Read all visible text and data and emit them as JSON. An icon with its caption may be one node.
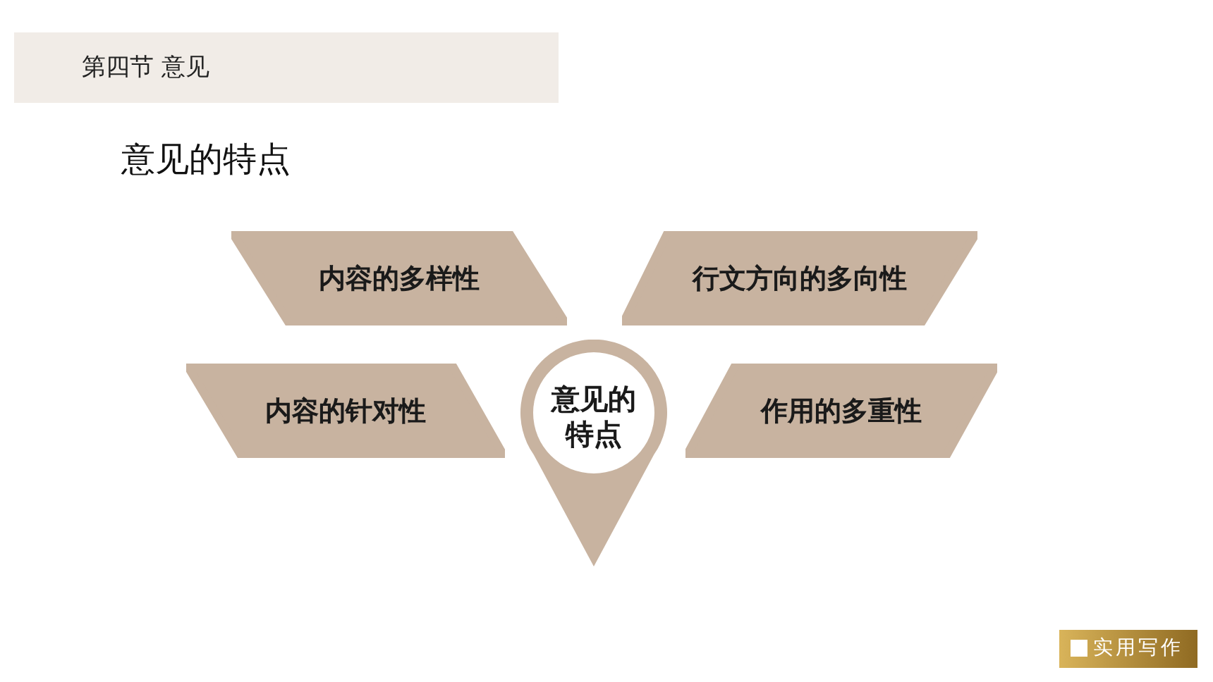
{
  "diagram": {
    "title": "意见的特点",
    "nodes": [
      {
        "text": [
          "内容的多样性"
        ]
      },
      {
        "text": [
          "行文方向的多向性"
        ]
      },
      {
        "text": [
          "内容的针对性"
        ]
      },
      {
        "text": [
          "意见的特点"
        ]
      },
      {
        "text": [
          "作用的多重性"
        ]
      }
    ],
    "labels": [
      "第四节 意见",
      "实用写作"
    ]
  }
}
